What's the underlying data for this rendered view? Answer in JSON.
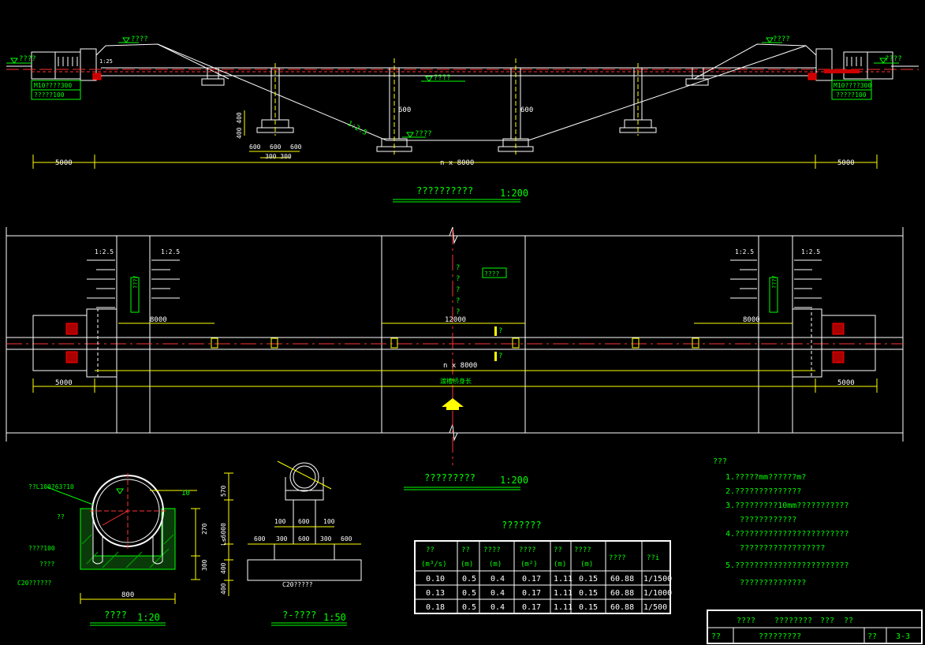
{
  "elevation": {
    "water_level_tags": [
      "????",
      "????",
      "????",
      "????",
      "????",
      "????"
    ],
    "left_note_1": "M10????300",
    "left_note_2": "?????100",
    "right_note_1": "M10????300",
    "right_note_2": "?????100",
    "slope_label": "1:2.5",
    "slope_short": "1:25",
    "dim_600_a": "600",
    "dim_600_b": "600",
    "dim_400": "400 400",
    "dim_foot_1": "600",
    "dim_foot_2": "600",
    "dim_foot_3": "600",
    "dim_foot_4": "300 300",
    "dim_left": "5000",
    "dim_mid": "n x 8000",
    "dim_right": "5000",
    "title": "??????????",
    "scale": "1:200"
  },
  "plan": {
    "slope_tags": [
      "1:2.5",
      "1:2.5",
      "1:2.5",
      "1:2.5"
    ],
    "vertical_chars": [
      "?",
      "?",
      "?",
      "?",
      "?"
    ],
    "box_label": "????",
    "side_label_left": "????",
    "side_label_right": "????",
    "dim_8000_left": "8000",
    "dim_12000": "12000",
    "dim_8000_right": "8000",
    "dim_n8000": "n x 8000",
    "length_label": "渡槽桥身长",
    "dim_left": "5000",
    "dim_right": "5000",
    "small_p1": "?",
    "small_p2": "?",
    "title": "?????????",
    "scale": "1:200"
  },
  "section": {
    "label_anchor": "??L100?63?10",
    "label_10": "10",
    "label_rebar": "??",
    "label_100": "????100",
    "label_fill": "????",
    "label_c20": "C20??????",
    "dim_270": "270",
    "dim_300": "300",
    "dim_800": "800",
    "title": "????",
    "scale": "1:20"
  },
  "pier": {
    "dim_570": "570",
    "dim_L": "L≤6000",
    "dim_400a": "400",
    "dim_400b": "400",
    "top_dims": [
      "100",
      "600",
      "100"
    ],
    "bot_dims": [
      "600",
      "300",
      "600",
      "300",
      "600"
    ],
    "label_c20": "C20?????",
    "title": "?-????",
    "scale": "1:50"
  },
  "table": {
    "title": "???????",
    "headers": [
      "??",
      "??",
      "????",
      "????",
      "??",
      "????",
      "????",
      "??i"
    ],
    "units": [
      "(m³/s)",
      "(m)",
      "(m)",
      "(m²)",
      "(m)",
      "(m)",
      "",
      ""
    ],
    "rows": [
      [
        "0.10",
        "0.5",
        "0.4",
        "0.17",
        "1.11",
        "0.15",
        "60.88",
        "1/1500"
      ],
      [
        "0.13",
        "0.5",
        "0.4",
        "0.17",
        "1.11",
        "0.15",
        "60.88",
        "1/1000"
      ],
      [
        "0.18",
        "0.5",
        "0.4",
        "0.17",
        "1.11",
        "0.15",
        "60.88",
        "1/500"
      ]
    ]
  },
  "notes": {
    "heading": "???",
    "lines": [
      "1.?????mm??????m?",
      "2.??????????????",
      "3.?????????10mm???????????",
      "   ????????????",
      "4.????????????????????????",
      "   ??????????????????",
      "5.????????????????????????",
      "   ??????????????"
    ]
  },
  "titleblock": {
    "row1": [
      "????",
      "????????",
      "???",
      "??"
    ],
    "row2": [
      "??",
      "?????????",
      "??",
      "3-3"
    ]
  }
}
